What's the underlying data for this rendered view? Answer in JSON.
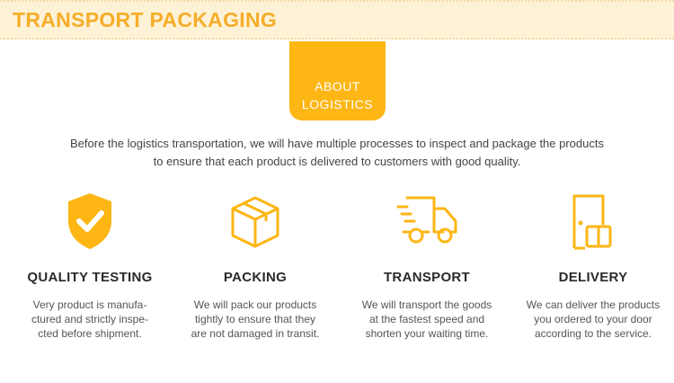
{
  "banner": {
    "title": "TRANSPORT PACKAGING"
  },
  "about": {
    "line1": "ABOUT",
    "line2": "LOGISTICS"
  },
  "intro": {
    "line1": "Before the logistics transportation, we will have multiple processes to inspect and package the products",
    "line2": "to ensure that each product is delivered to customers with good quality."
  },
  "features": [
    {
      "icon": "shield-check-icon",
      "title": "QUALITY TESTING",
      "desc": [
        "Very product is manufa-",
        "ctured and strictly inspe-",
        "cted before shipment."
      ]
    },
    {
      "icon": "box-icon",
      "title": "PACKING",
      "desc": [
        "We will pack our products",
        "tightly to ensure that they",
        "are not damaged in transit."
      ]
    },
    {
      "icon": "truck-icon",
      "title": "TRANSPORT",
      "desc": [
        "We will transport the goods",
        "at the fastest speed and",
        "shorten your waiting time."
      ]
    },
    {
      "icon": "door-delivery-icon",
      "title": "DELIVERY",
      "desc": [
        "We can deliver the products",
        "you ordered to your door",
        "according to the service."
      ]
    }
  ],
  "colors": {
    "accent": "#fdb614",
    "banner_bg": "#fdf2d6",
    "banner_text": "#f6ad2a"
  }
}
